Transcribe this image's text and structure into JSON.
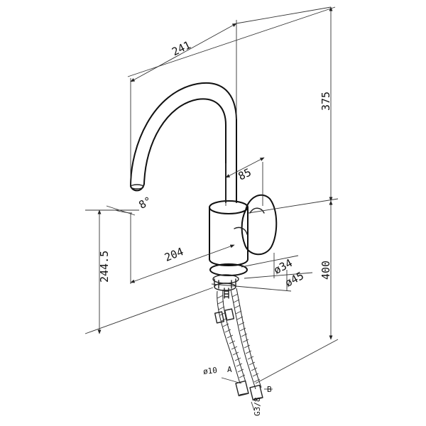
{
  "diagram": {
    "dimensions": {
      "width_total": "241",
      "height_total": "375",
      "lever_width": "85",
      "spout_angle": "8°",
      "spout_reach": "204",
      "spout_height": "244.5",
      "body_diameter": "ø34",
      "base_diameter": "ø45",
      "base_height": "400"
    },
    "connections": {
      "hose_label": "ø10",
      "point_a": "A",
      "point_b": "B",
      "thread": "G3/8"
    }
  }
}
